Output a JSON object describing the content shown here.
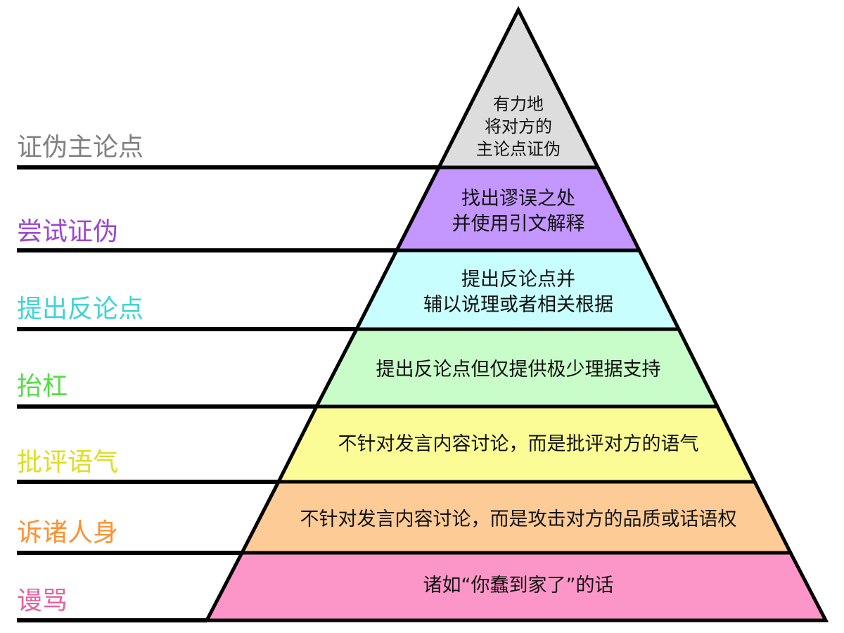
{
  "levels": [
    {
      "label": "证伪主论点",
      "label_color": "#808080",
      "fill": "#dddddd",
      "lines": [
        "有力地",
        "将对方的",
        "主论点证伪"
      ]
    },
    {
      "label": "尝试证伪",
      "label_color": "#9a48d0",
      "fill": "#c496ff",
      "lines": [
        "找出谬误之处",
        "并使用引文解释"
      ]
    },
    {
      "label": "提出反论点",
      "label_color": "#3fd4d4",
      "fill": "#c8fefe",
      "lines": [
        "提出反论点并",
        "辅以说理或者相关根据"
      ]
    },
    {
      "label": "抬杠",
      "label_color": "#55dd44",
      "fill": "#c8fcc8",
      "lines": [
        "提出反论点但仅提供极少理据支持"
      ]
    },
    {
      "label": "批评语气",
      "label_color": "#dddd22",
      "fill": "#fcfc96",
      "lines": [
        "不针对发言内容讨论，而是批评对方的语气"
      ]
    },
    {
      "label": "诉诸人身",
      "label_color": "#ff9030",
      "fill": "#fccb96",
      "lines": [
        "不针对发言内容讨论，而是攻击对方的品质或话语权"
      ]
    },
    {
      "label": "谩骂",
      "label_color": "#e8609f",
      "fill": "#fc96c8",
      "lines": [
        "诸如“你蠢到家了”的话"
      ]
    }
  ]
}
